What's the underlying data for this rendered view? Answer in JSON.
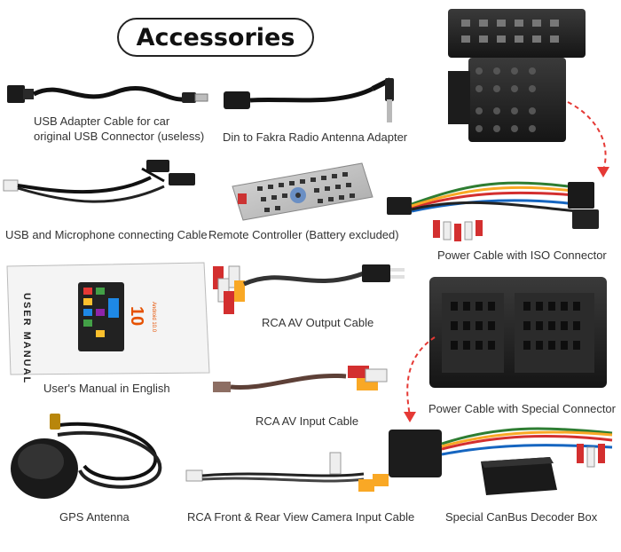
{
  "title": "Accessories",
  "items": [
    {
      "id": "usb-adapter",
      "caption_line1": "USB Adapter Cable for car",
      "caption_line2": "original USB Connector (useless)"
    },
    {
      "id": "fakra",
      "caption": "Din to Fakra Radio Antenna Adapter"
    },
    {
      "id": "usb-mic",
      "caption": "USB and Microphone connecting Cable"
    },
    {
      "id": "remote",
      "caption": "Remote Controller (Battery excluded)"
    },
    {
      "id": "power-iso",
      "caption": "Power Cable with ISO Connector"
    },
    {
      "id": "manual",
      "caption": "User's Manual in English",
      "manual_text": "USER MANUAL",
      "android_label": "Android 10.0"
    },
    {
      "id": "rca-out",
      "caption": "RCA AV Output Cable"
    },
    {
      "id": "rca-in",
      "caption": "RCA AV Input Cable"
    },
    {
      "id": "power-special",
      "caption": "Power Cable with Special Connector"
    },
    {
      "id": "gps",
      "caption": "GPS Antenna"
    },
    {
      "id": "camera",
      "caption": "RCA Front & Rear View Camera Input Cable"
    },
    {
      "id": "canbus",
      "caption": "Special CanBus Decoder Box"
    }
  ]
}
